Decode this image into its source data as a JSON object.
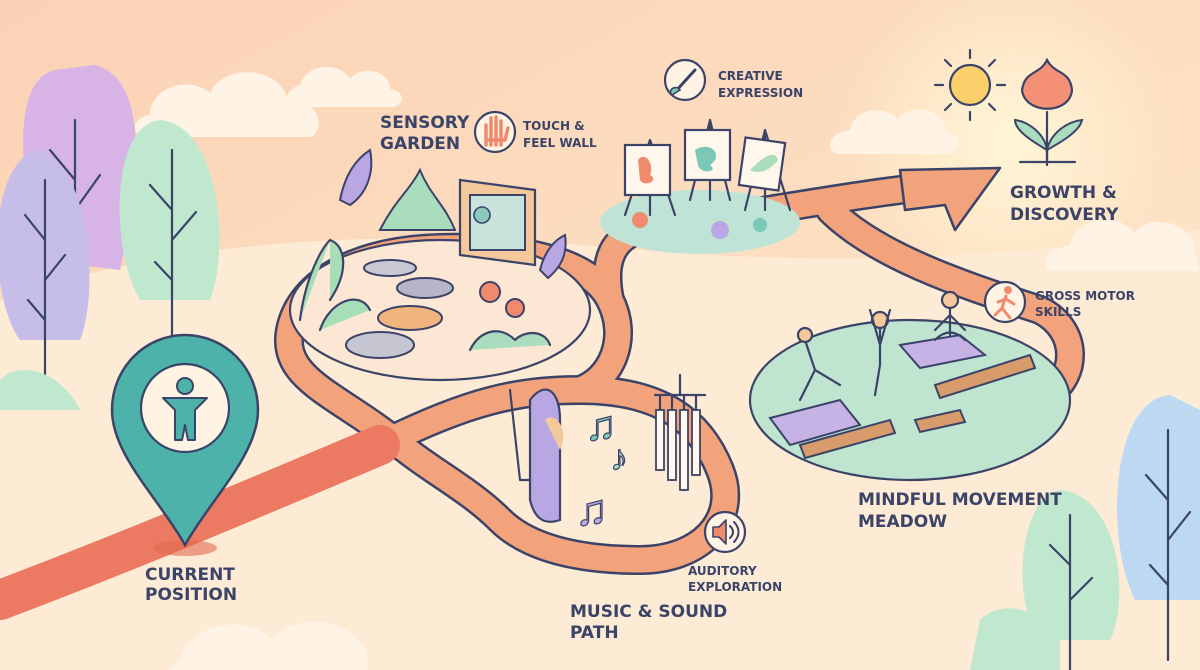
{
  "map": {
    "zones": {
      "current_position": {
        "title": [
          "CURRENT",
          "POSITION"
        ]
      },
      "sensory_garden": {
        "title": [
          "SENSORY",
          "GARDEN"
        ],
        "badge": [
          "TOUCH &",
          "FEEL WALL"
        ]
      },
      "creative_expression": {
        "badge": [
          "CREATIVE",
          "EXPRESSION"
        ]
      },
      "growth_discovery": {
        "title": [
          "GROWTH &",
          "DISCOVERY"
        ]
      },
      "gross_motor": {
        "badge": [
          "GROSS MOTOR",
          "SKILLS"
        ]
      },
      "mindful_meadow": {
        "title": [
          "MINDFUL MOVEMENT",
          "MEADOW"
        ]
      },
      "auditory": {
        "badge": [
          "AUDITORY",
          "EXPLORATION"
        ]
      },
      "music_path": {
        "title": [
          "MUSIC & SOUND",
          "PATH"
        ]
      }
    },
    "icons": [
      "person-pin-icon",
      "hand-icon",
      "paintbrush-icon",
      "runner-icon",
      "speaker-icon",
      "sun-icon",
      "tulip-icon"
    ],
    "colors": {
      "path": "#f0906a",
      "path_dark": "#e8715a",
      "ink": "#3b4468",
      "pin": "#4db3aa",
      "meadow": "#b7e0c8",
      "sky_top": "#fbd8b8",
      "ground": "#fce9d5"
    }
  }
}
